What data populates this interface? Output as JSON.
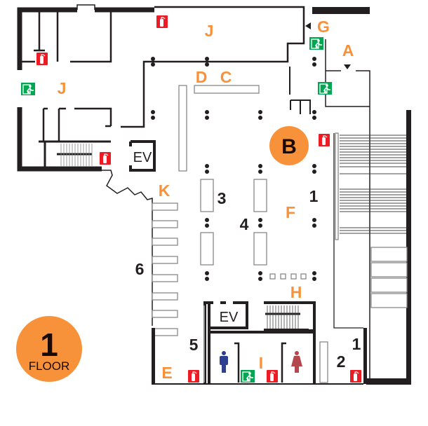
{
  "colors": {
    "accent": "#f7923a",
    "wall": "#231f20",
    "extinguisher": "#ed1c24",
    "exit": "#00a651",
    "male": "#2e3f8f",
    "female": "#b5484f"
  },
  "floor_badge": {
    "number": "1",
    "label": "FLOOR"
  },
  "areas": {
    "j1": "J",
    "j2": "J",
    "g": "G",
    "a": "A",
    "d": "D",
    "c": "C",
    "b": "B",
    "k": "K",
    "f": "F",
    "h": "H",
    "i": "I",
    "e": "E"
  },
  "numbers": {
    "n3": "3",
    "n1a": "1",
    "n4": "4",
    "n6": "6",
    "n5": "5",
    "n1b": "1",
    "n2": "2"
  },
  "elevators": {
    "ev1": "EV",
    "ev2": "EV"
  },
  "icons": {
    "extinguisher": "fire-extinguisher-icon",
    "exit": "emergency-exit-icon",
    "male": "male-restroom-icon",
    "female": "female-restroom-icon"
  }
}
